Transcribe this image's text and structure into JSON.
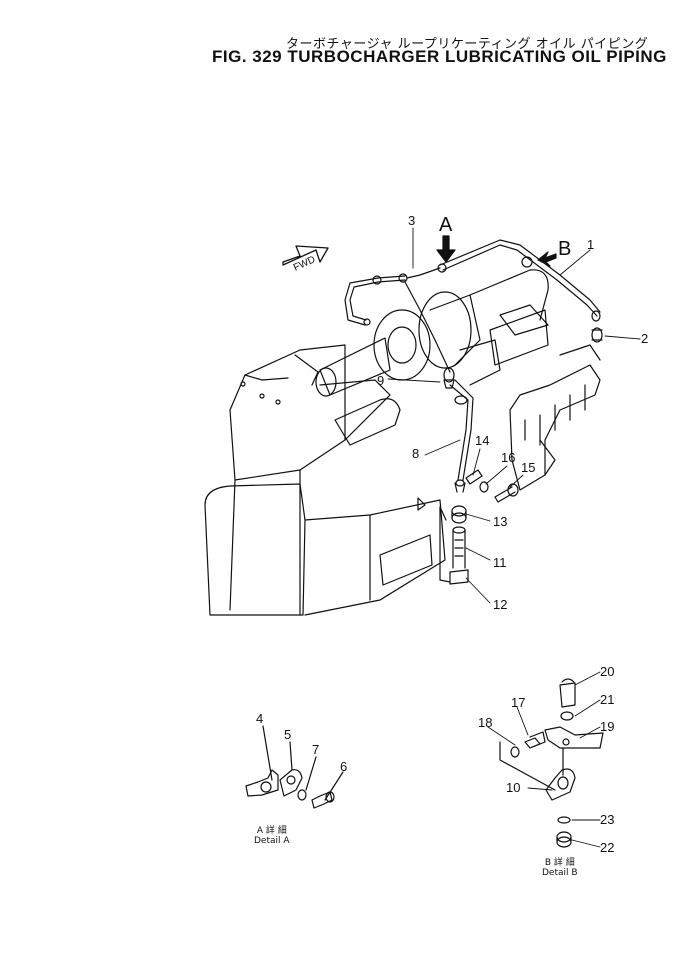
{
  "title": {
    "japanese": "ターボチャージャ ループリケーティング オイル パイピング",
    "english": "FIG. 329  TURBOCHARGER  LUBRICATING  OIL  PIPING"
  },
  "fwd_label": "FWD",
  "view_arrows": {
    "a": "A",
    "b": "B"
  },
  "part_numbers": [
    "1",
    "2",
    "3",
    "8",
    "9",
    "14",
    "16",
    "15",
    "13",
    "11",
    "12",
    "4",
    "5",
    "7",
    "6",
    "20",
    "21",
    "17",
    "18",
    "19",
    "10",
    "23",
    "22"
  ],
  "detail_a": {
    "japanese": "A 詳 細",
    "english": "Detail  A"
  },
  "detail_b": {
    "japanese": "B 詳 細",
    "english": "Detail  B"
  }
}
